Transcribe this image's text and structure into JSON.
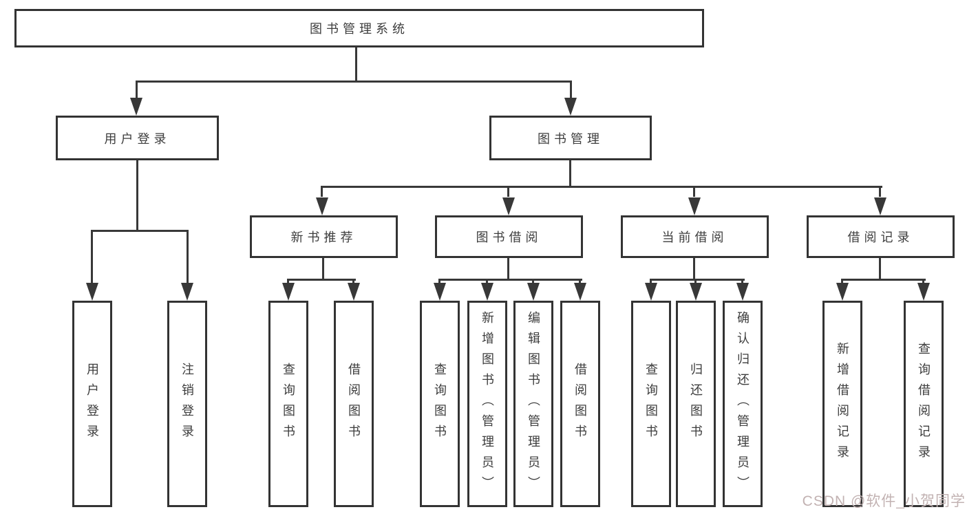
{
  "colors": {
    "background": "#ffffff",
    "line": "#383838",
    "box_border": "#333333",
    "text": "#3d3d3d",
    "watermark_text": "#c2b2b2"
  },
  "nodes": {
    "root": "图书管理系统",
    "user_login": "用户登录",
    "book_management": "图书管理",
    "new_book_recommend": "新书推荐",
    "book_borrow": "图书借阅",
    "current_borrow": "当前借阅",
    "borrow_record": "借阅记录",
    "leaf_user_login": "用户登录",
    "leaf_logout": "注销登录",
    "leaf_query_book_a": "查询图书",
    "leaf_borrow_book_a": "借阅图书",
    "leaf_query_book_b": "查询图书",
    "leaf_add_book_admin": "新增图书（管理员）",
    "leaf_edit_book_admin": "编辑图书（管理员）",
    "leaf_borrow_book_b": "借阅图书",
    "leaf_query_book_c": "查询图书",
    "leaf_return_book": "归还图书",
    "leaf_confirm_return_admin": "确认归还（管理员）",
    "leaf_add_borrow_record": "新增借阅记录",
    "leaf_query_borrow_record": "查询借阅记录"
  },
  "watermark": "CSDN @软件_小贺同学"
}
